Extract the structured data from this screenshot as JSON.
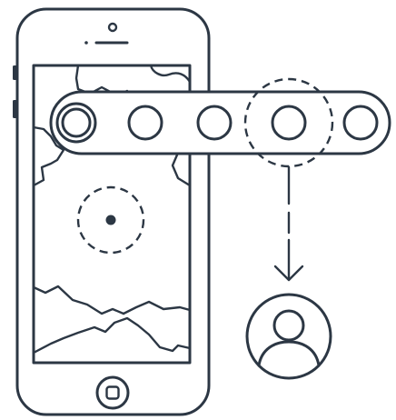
{
  "colors": {
    "stroke": "#2c3744",
    "background": "#ffffff"
  },
  "illustration": {
    "phone": {
      "icons": [
        "speaker-icon",
        "front-camera-icon",
        "home-button-icon"
      ]
    },
    "map": {
      "icons": [
        "location-dot-icon",
        "dashed-radius-icon"
      ]
    },
    "selector_strip": {
      "slot_count": 5,
      "selected_slot": 1,
      "highlighted_slot": 4
    },
    "result": {
      "icons": [
        "down-arrow-icon",
        "user-avatar-icon"
      ]
    }
  }
}
